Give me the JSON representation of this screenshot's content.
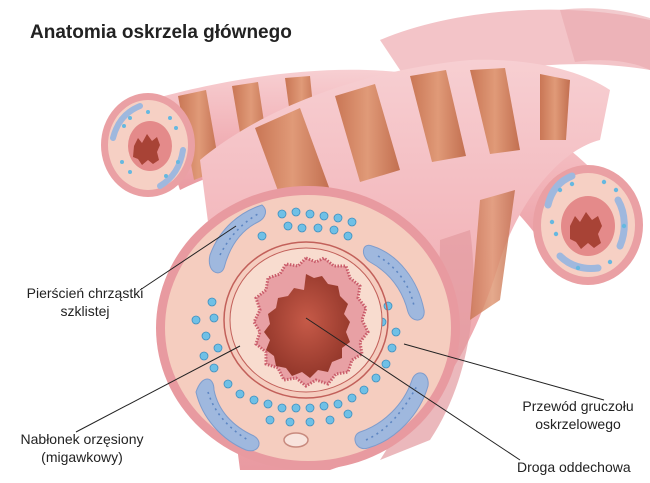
{
  "title": "Anatomia oskrzela głównego",
  "labels": {
    "cartilage": {
      "line1": "Pierścień chrząstki",
      "line2": "szklistej"
    },
    "epithelium": {
      "line1": "Nabłonek orzęsiony",
      "line2": "(migawkowy)"
    },
    "gland_duct": {
      "line1": "Przewód gruczołu",
      "line2": "oskrzelowego"
    },
    "airway": "Droga oddechowa"
  },
  "colors": {
    "tube": "#f2b7bb",
    "cartilage_band": "#d98a67",
    "wall": "#f4c9bd",
    "mucosa": "#e39090",
    "lumen": "#b34a3b",
    "gland": "#66b8e0",
    "cartilage_plate": "#9fb8de"
  }
}
